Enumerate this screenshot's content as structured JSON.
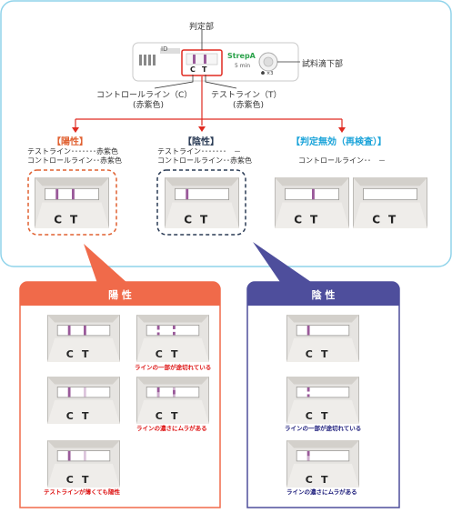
{
  "colors": {
    "top_border": "#8fd3ea",
    "positive": "#e06030",
    "negative_dashed": "#2a3b55",
    "invalid": "#1aa3d9",
    "arrow_red": "#e02a20",
    "positive_panel": "#f06a4a",
    "negative_panel": "#4e4e9c",
    "line_purple": "#9a5a9a",
    "caption_red": "#dd1111",
    "caption_navy": "#1a1a7a"
  },
  "device": {
    "id_label": "ID",
    "brand": "StrepA",
    "time": "5 min",
    "drops": "×3",
    "c_label": "C",
    "t_label": "T"
  },
  "labels": {
    "judgment": "判定部",
    "sample": "試料滴下部",
    "control_line": "コントロールライン（C）",
    "control_color": "(赤紫色)",
    "test_line": "テストライン（T）",
    "test_color": "(赤紫色)"
  },
  "results": {
    "positive": {
      "title": "【陽性】",
      "line1": "テストライン･･･････赤紫色",
      "line2": "コントロールライン･･赤紫色"
    },
    "negative": {
      "title": "【陰性】",
      "line1": "テストライン･･･････　－",
      "line2": "コントロールライン･･赤紫色"
    },
    "invalid": {
      "title": "【判定無効（再検査）】",
      "line1": "コントロールライン･･　－"
    }
  },
  "panels": {
    "positive": {
      "title": "陽 性",
      "captions": [
        "ラインの一部が途切れている",
        "ラインの濃さにムラがある",
        "テストラインが薄くても陽性"
      ]
    },
    "negative": {
      "title": "陰 性",
      "captions": [
        "ラインの一部が途切れている",
        "ラインの濃さにムラがある"
      ]
    }
  },
  "strip_label": {
    "c": "C",
    "t": "T"
  }
}
